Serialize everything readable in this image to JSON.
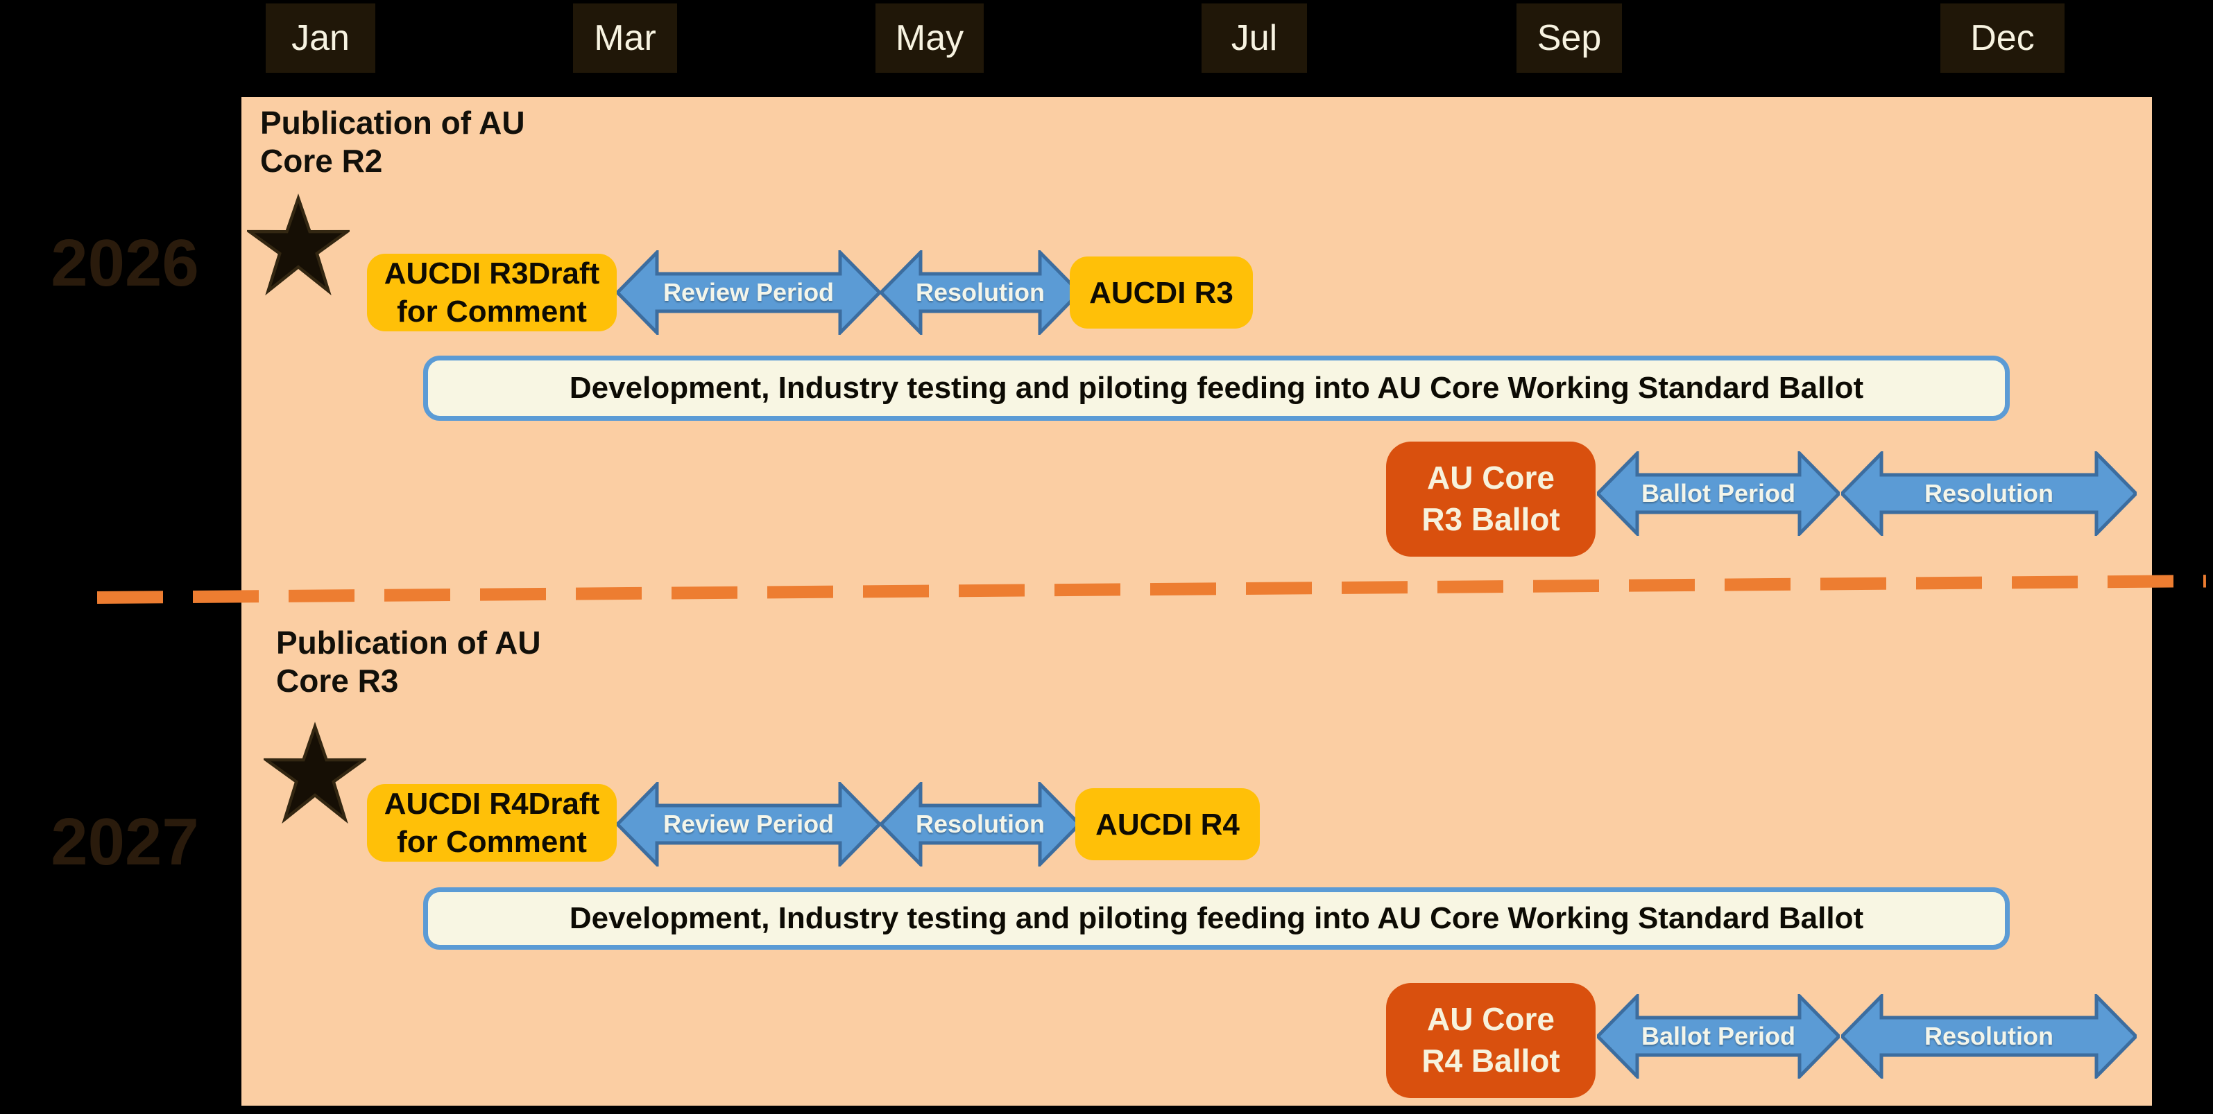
{
  "title": "AU Core / AUCDI release timeline 2026-2027",
  "months": [
    "Jan",
    "Mar",
    "May",
    "Jul",
    "Sep",
    "Dec"
  ],
  "sections": [
    {
      "year": "2026",
      "publication_line1": "Publication of AU",
      "publication_line2": "Core R2",
      "draft_line1": "AUCDI R3Draft",
      "draft_line2": "for Comment",
      "review_label": "Review Period",
      "resolution_label": "Resolution",
      "release_label": "AUCDI R3",
      "dev_label": "Development, Industry testing and piloting feeding into AU Core Working Standard Ballot",
      "ballot_line1": "AU Core",
      "ballot_line2": "R3 Ballot",
      "ballot_period_label": "Ballot Period",
      "ballot_resolution_label": "Resolution"
    },
    {
      "year": "2027",
      "publication_line1": "Publication of AU",
      "publication_line2": "Core R3",
      "draft_line1": "AUCDI R4Draft",
      "draft_line2": "for Comment",
      "review_label": "Review Period",
      "resolution_label": "Resolution",
      "release_label": "AUCDI R4",
      "dev_label": "Development, Industry testing and piloting feeding into AU Core Working Standard Ballot",
      "ballot_line1": "AU Core",
      "ballot_line2": "R4 Ballot",
      "ballot_period_label": "Ballot Period",
      "ballot_resolution_label": "Resolution"
    }
  ],
  "colors": {
    "background": "#000000",
    "panel_peach": "#FBCEA3",
    "amber_box": "#FFC008",
    "arrow_blue": "#5B9BD5",
    "arrow_blue_border": "#3C6D9F",
    "ballot_orange": "#D9500E",
    "divider_orange": "#ED7D31",
    "dev_bar_cream": "#F8F6E3",
    "month_box_bg": "#201708",
    "month_text": "#F7F3E1",
    "year_text": "#2A1B0C",
    "star_black": "#160F05"
  }
}
